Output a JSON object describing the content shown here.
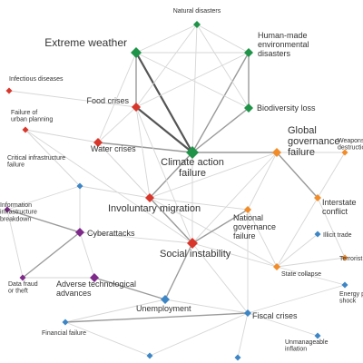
{
  "colors": {
    "environmental": "#1f9448",
    "societal": "#d9362b",
    "geopolitical": "#f28c28",
    "economic": "#3d86c6",
    "technological": "#7f2a8a",
    "edge": "#d6d6d6",
    "edge_strong": "#555555"
  },
  "nodes": [
    {
      "id": "natural",
      "label": "Natural disasters",
      "cat": "environmental"
    },
    {
      "id": "extreme",
      "label": "Extreme weather",
      "cat": "environmental"
    },
    {
      "id": "humanmade",
      "label": "Human-made environmental disasters",
      "cat": "environmental"
    },
    {
      "id": "infectious",
      "label": "Infectious diseases",
      "cat": "societal"
    },
    {
      "id": "food",
      "label": "Food crises",
      "cat": "societal"
    },
    {
      "id": "biodiv",
      "label": "Biodiversity loss",
      "cat": "environmental"
    },
    {
      "id": "urban",
      "label": "Failure of urban planning",
      "cat": "societal"
    },
    {
      "id": "water",
      "label": "Water crises",
      "cat": "societal"
    },
    {
      "id": "climate",
      "label": "Climate action failure",
      "cat": "environmental"
    },
    {
      "id": "globalgov",
      "label": "Global governance failure",
      "cat": "geopolitical"
    },
    {
      "id": "weapons",
      "label": "Weapons of mass destruction",
      "cat": "geopolitical"
    },
    {
      "id": "critinfra",
      "label": "Critical infrastructure failure",
      "cat": "economic"
    },
    {
      "id": "migration",
      "label": "Involuntary migration",
      "cat": "societal"
    },
    {
      "id": "interstate",
      "label": "Interstate conflict",
      "cat": "geopolitical"
    },
    {
      "id": "infobreak",
      "label": "Information infrastructure breakdown",
      "cat": "technological"
    },
    {
      "id": "natgov",
      "label": "National governance failure",
      "cat": "geopolitical"
    },
    {
      "id": "cyber",
      "label": "Cyberattacks",
      "cat": "technological"
    },
    {
      "id": "illicit",
      "label": "Illicit trade",
      "cat": "economic"
    },
    {
      "id": "social",
      "label": "Social instability",
      "cat": "societal"
    },
    {
      "id": "terrorist",
      "label": "Terrorist attacks",
      "cat": "geopolitical"
    },
    {
      "id": "statecollapse",
      "label": "State collapse",
      "cat": "geopolitical"
    },
    {
      "id": "fraud",
      "label": "Data fraud or theft",
      "cat": "technological"
    },
    {
      "id": "adverse",
      "label": "Adverse technological advances",
      "cat": "technological"
    },
    {
      "id": "energy",
      "label": "Energy price shock",
      "cat": "economic"
    },
    {
      "id": "unemployment",
      "label": "Unemployment",
      "cat": "economic"
    },
    {
      "id": "fiscal",
      "label": "Fiscal crises",
      "cat": "economic"
    },
    {
      "id": "financial",
      "label": "Financial failure",
      "cat": "economic"
    },
    {
      "id": "unmanageable",
      "label": "Unmanageable inflation",
      "cat": "economic"
    },
    {
      "id": "assetbubble",
      "label": "",
      "cat": "economic"
    },
    {
      "id": "bottom2",
      "label": "",
      "cat": "economic"
    }
  ],
  "edges": [
    [
      "climate",
      "extreme",
      3
    ],
    [
      "climate",
      "food",
      3
    ],
    [
      "climate",
      "water",
      2
    ],
    [
      "climate",
      "biodiv",
      2
    ],
    [
      "climate",
      "humanmade",
      2
    ],
    [
      "climate",
      "natural",
      1
    ],
    [
      "climate",
      "migration",
      2
    ],
    [
      "climate",
      "globalgov",
      2
    ],
    [
      "climate",
      "social",
      1
    ],
    [
      "extreme",
      "natural",
      1
    ],
    [
      "extreme",
      "humanmade",
      1
    ],
    [
      "extreme",
      "food",
      2
    ],
    [
      "extreme",
      "water",
      1
    ],
    [
      "extreme",
      "biodiv",
      1
    ],
    [
      "humanmade",
      "natural",
      1
    ],
    [
      "humanmade",
      "biodiv",
      2
    ],
    [
      "humanmade",
      "food",
      1
    ],
    [
      "natural",
      "biodiv",
      1
    ],
    [
      "natural",
      "food",
      1
    ],
    [
      "food",
      "water",
      1
    ],
    [
      "food",
      "migration",
      1
    ],
    [
      "food",
      "social",
      1
    ],
    [
      "water",
      "migration",
      1
    ],
    [
      "water",
      "social",
      1
    ],
    [
      "migration",
      "social",
      2
    ],
    [
      "migration",
      "globalgov",
      1
    ],
    [
      "migration",
      "natgov",
      1
    ],
    [
      "migration",
      "statecollapse",
      1
    ],
    [
      "social",
      "natgov",
      2
    ],
    [
      "social",
      "unemployment",
      2
    ],
    [
      "social",
      "fiscal",
      1
    ],
    [
      "social",
      "statecollapse",
      1
    ],
    [
      "social",
      "globalgov",
      1
    ],
    [
      "globalgov",
      "interstate",
      2
    ],
    [
      "globalgov",
      "natgov",
      1
    ],
    [
      "globalgov",
      "weapons",
      1
    ],
    [
      "interstate",
      "weapons",
      1
    ],
    [
      "interstate",
      "terrorist",
      1
    ],
    [
      "interstate",
      "statecollapse",
      1
    ],
    [
      "natgov",
      "statecollapse",
      1
    ],
    [
      "natgov",
      "fiscal",
      1
    ],
    [
      "cyber",
      "fraud",
      2
    ],
    [
      "cyber",
      "infobreak",
      2
    ],
    [
      "cyber",
      "adverse",
      1
    ],
    [
      "cyber",
      "critinfra",
      1
    ],
    [
      "cyber",
      "social",
      1
    ],
    [
      "infobreak",
      "critinfra",
      1
    ],
    [
      "infobreak",
      "fraud",
      1
    ],
    [
      "adverse",
      "unemployment",
      2
    ],
    [
      "adverse",
      "fraud",
      1
    ],
    [
      "unemployment",
      "fiscal",
      1
    ],
    [
      "unemployment",
      "financial",
      1
    ],
    [
      "fiscal",
      "financial",
      2
    ],
    [
      "fiscal",
      "unmanageable",
      1
    ],
    [
      "fiscal",
      "energy",
      1
    ],
    [
      "financial",
      "assetbubble",
      1
    ],
    [
      "fiscal",
      "assetbubble",
      1
    ],
    [
      "fiscal",
      "bottom2",
      1
    ],
    [
      "urban",
      "water",
      1
    ],
    [
      "urban",
      "critinfra",
      1
    ],
    [
      "urban",
      "social",
      1
    ],
    [
      "infectious",
      "food",
      1
    ],
    [
      "illicit",
      "statecollapse",
      1
    ],
    [
      "terrorist",
      "statecollapse",
      1
    ],
    [
      "critinfra",
      "migration",
      1
    ],
    [
      "energy",
      "statecollapse",
      1
    ]
  ]
}
